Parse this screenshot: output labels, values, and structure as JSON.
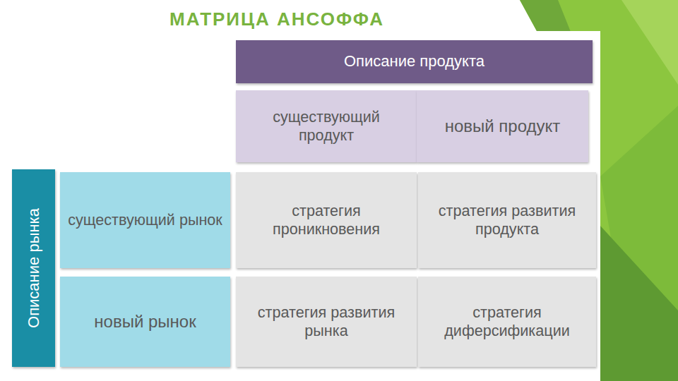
{
  "diagram": {
    "title": "МАТРИЦА АНСОФФА",
    "nodes": [
      {
        "text": [
          "Описание продукта"
        ]
      },
      {
        "text": [
          "существующий продукт"
        ]
      },
      {
        "text": [
          "новый продукт"
        ]
      },
      {
        "text": [
          "Описание рынка"
        ]
      },
      {
        "text": [
          "существующий рынок"
        ]
      },
      {
        "text": [
          "стратегия проникновения"
        ]
      },
      {
        "text": [
          "стратегия развития продукта"
        ]
      },
      {
        "text": [
          "новый рынок"
        ]
      },
      {
        "text": [
          "стратегия развития рынка"
        ]
      },
      {
        "text": [
          "стратегия диферсификации"
        ]
      }
    ]
  }
}
